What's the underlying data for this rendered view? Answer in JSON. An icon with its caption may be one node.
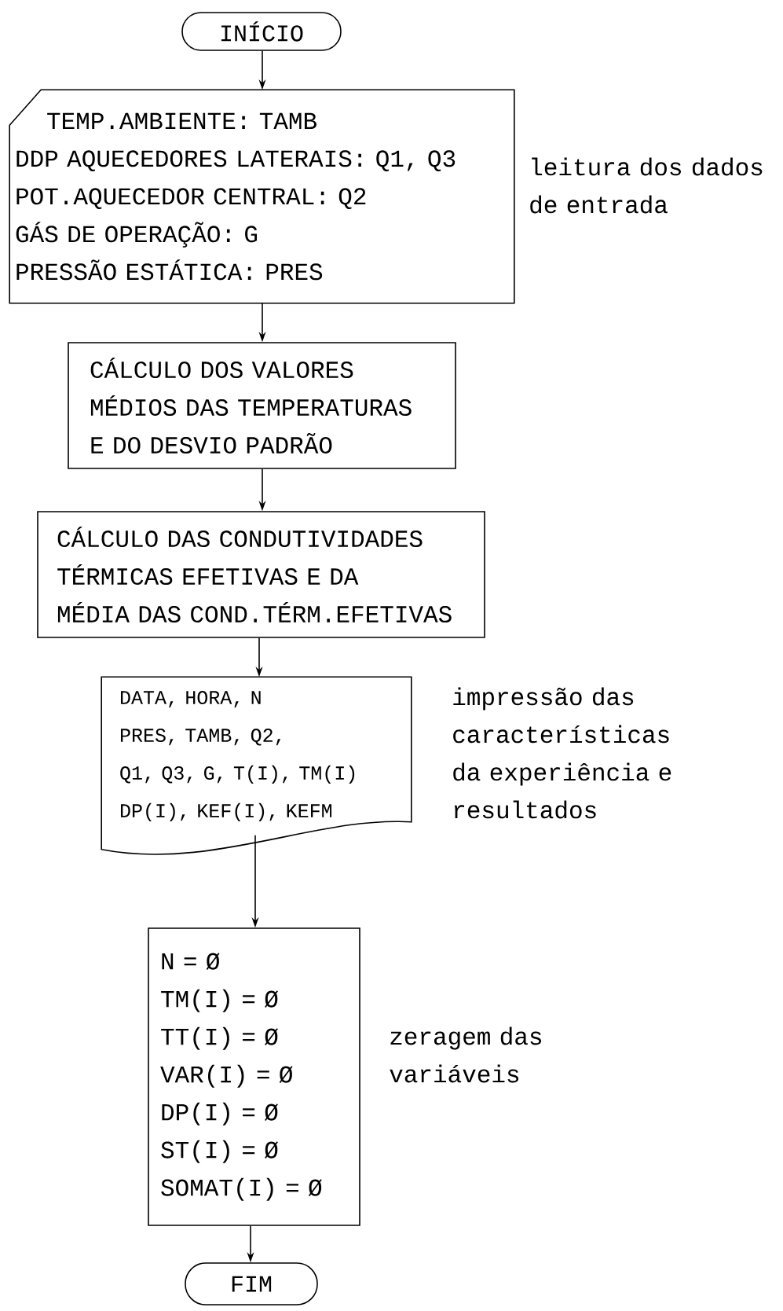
{
  "diagram": {
    "nodes": [
      {
        "text": [
          "INÍCIO"
        ]
      },
      {
        "text": [
          "TEMP.AMBIENTE: TAMB",
          "DDP AQUECEDORES LATERAIS: Q1, Q3",
          "POT.AQUECEDOR CENTRAL: Q2",
          "GÁS DE OPERAÇÃO: G",
          "PRESSÃO ESTÁTICA: PRES"
        ],
        "beside": [
          "leitura dos dados de entrada"
        ]
      },
      {
        "text": [
          "CÁLCULO DOS VALORES",
          "MÉDIOS DAS TEMPERATURAS",
          "E DO DESVIO PADRÃO"
        ]
      },
      {
        "text": [
          "CÁLCULO DAS CONDUTIVIDADES",
          "TÉRMICAS EFETIVAS E DA",
          "MÉDIA DAS COND.TÉRM.EFETIVAS"
        ]
      },
      {
        "text": [
          "DATA, HORA, N",
          "PRES, TAMB, Q2,",
          "Q1, Q3, G, T(I), TM(I)",
          "DP(I), KEF(I), KEFM"
        ],
        "beside": [
          "impressão das características da experiência e resultados"
        ]
      },
      {
        "text": [
          "N = Ø",
          "TM(I) = Ø",
          "TT(I) = Ø",
          "VAR(I) = Ø",
          "DP(I) = Ø",
          "ST(I) = Ø",
          "SOMAT(I) = Ø"
        ],
        "beside": [
          "zeragem das variáveis"
        ]
      },
      {
        "text": [
          "FIM"
        ]
      }
    ],
    "edges": [
      {
        "from": 0,
        "to": 1,
        "arrow": "to"
      },
      {
        "from": 1,
        "to": 2,
        "arrow": "to"
      },
      {
        "from": 2,
        "to": 3,
        "arrow": "to"
      },
      {
        "from": 3,
        "to": 4,
        "arrow": "to"
      },
      {
        "from": 4,
        "to": 5,
        "arrow": "to"
      },
      {
        "from": 5,
        "to": 6,
        "arrow": "to"
      }
    ]
  }
}
